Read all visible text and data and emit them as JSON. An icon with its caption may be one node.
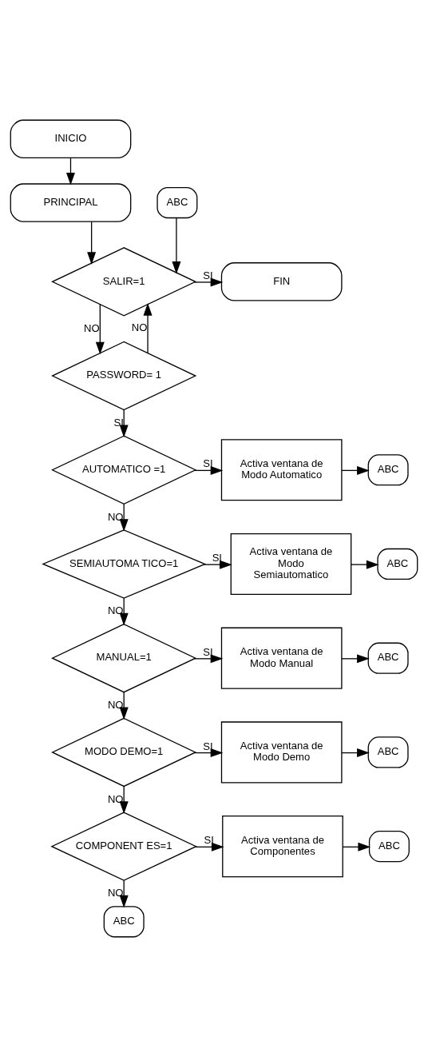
{
  "diagram": {
    "nodes": [
      {
        "text": [
          "INICIO"
        ]
      },
      {
        "text": [
          "PRINCIPAL"
        ]
      },
      {
        "text": [
          "ABC"
        ]
      },
      {
        "text": [
          "SALIR=1"
        ]
      },
      {
        "text": [
          "FIN"
        ]
      },
      {
        "text": [
          "PASSWORD= 1"
        ]
      },
      {
        "text": [
          "AUTOMATICO =1"
        ]
      },
      {
        "text": [
          "Activa ventana de Modo Automatico"
        ]
      },
      {
        "text": [
          "ABC"
        ]
      },
      {
        "text": [
          "SEMIAUTOMA TICO=1"
        ]
      },
      {
        "text": [
          "Activa ventana de Modo Semiautomatico"
        ]
      },
      {
        "text": [
          "ABC"
        ]
      },
      {
        "text": [
          "MANUAL=1"
        ]
      },
      {
        "text": [
          "Activa ventana de Modo Manual"
        ]
      },
      {
        "text": [
          "ABC"
        ]
      },
      {
        "text": [
          "MODO DEMO=1"
        ]
      },
      {
        "text": [
          "Activa ventana de Modo Demo"
        ]
      },
      {
        "text": [
          "ABC"
        ]
      },
      {
        "text": [
          "COMPONENT ES=1"
        ]
      },
      {
        "text": [
          "Activa ventana de Componentes"
        ]
      },
      {
        "text": [
          "ABC"
        ]
      },
      {
        "text": [
          "ABC"
        ]
      }
    ],
    "edges": [
      {
        "from": 0,
        "to": 1,
        "arrow": "to"
      },
      {
        "from": 1,
        "to": 3,
        "arrow": "to"
      },
      {
        "from": 2,
        "to": 3,
        "arrow": "to"
      },
      {
        "from": 3,
        "to": 4,
        "arrow": "to",
        "label": "SI"
      },
      {
        "from": 3,
        "to": 5,
        "arrow": "to",
        "label": "NO"
      },
      {
        "from": 5,
        "to": 3,
        "arrow": "to",
        "label": "NO"
      },
      {
        "from": 5,
        "to": 6,
        "arrow": "to",
        "label": "SI"
      },
      {
        "from": 6,
        "to": 7,
        "arrow": "to",
        "label": "SI"
      },
      {
        "from": 7,
        "to": 8,
        "arrow": "to"
      },
      {
        "from": 6,
        "to": 9,
        "arrow": "to",
        "label": "NO"
      },
      {
        "from": 9,
        "to": 10,
        "arrow": "to",
        "label": "SI"
      },
      {
        "from": 10,
        "to": 11,
        "arrow": "to"
      },
      {
        "from": 9,
        "to": 12,
        "arrow": "to",
        "label": "NO"
      },
      {
        "from": 12,
        "to": 13,
        "arrow": "to",
        "label": "SI"
      },
      {
        "from": 13,
        "to": 14,
        "arrow": "to"
      },
      {
        "from": 12,
        "to": 15,
        "arrow": "to",
        "label": "NO"
      },
      {
        "from": 15,
        "to": 16,
        "arrow": "to",
        "label": "SI"
      },
      {
        "from": 16,
        "to": 17,
        "arrow": "to"
      },
      {
        "from": 15,
        "to": 18,
        "arrow": "to",
        "label": "NO"
      },
      {
        "from": 18,
        "to": 19,
        "arrow": "to",
        "label": "SI"
      },
      {
        "from": 19,
        "to": 20,
        "arrow": "to"
      },
      {
        "from": 18,
        "to": 21,
        "arrow": "to",
        "label": "NO"
      }
    ]
  }
}
